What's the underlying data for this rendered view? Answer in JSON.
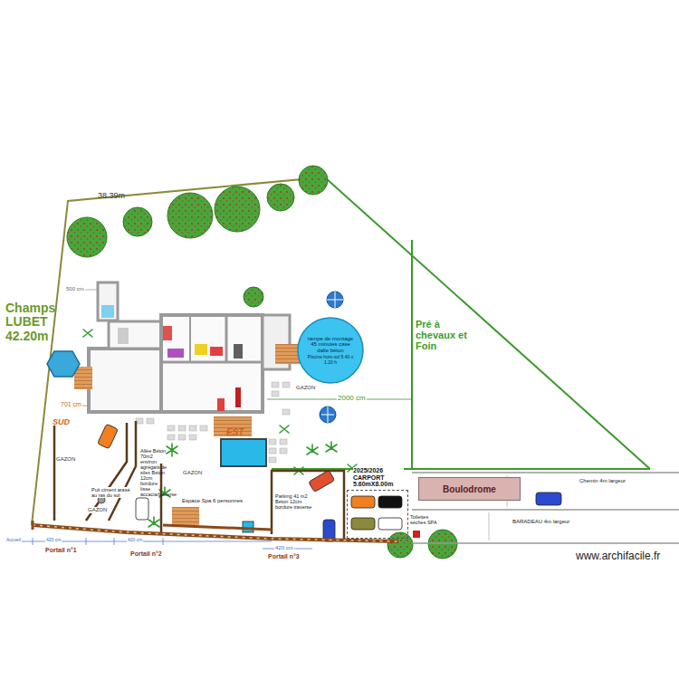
{
  "diagram": {
    "nodes": [
      {
        "text": [
          "rampe de montage 45 minutes case dalle béton",
          "Piscine hors-sol 5.40 x 1.20 h"
        ]
      },
      {
        "text": [
          "2025/2026 CARPORT 5.60mX8.00m"
        ]
      },
      {
        "text": [
          "Boulodrome"
        ]
      }
    ],
    "labels": [
      "38.39m",
      "Champs LUBET 42.20m",
      "Pré à chevaux et Foin",
      "2000 cm",
      "701 cm",
      "500 cm",
      "SUD",
      "EST",
      "GAZON",
      "GAZON",
      "GAZON",
      "GAZON",
      "Allée Béton 70m2 environ agrégats de silex Béton 12cm bordure lisse accacia/traverse",
      "Puit ciment arasé au ras du sol",
      "Espace Spa 6 personnes",
      "Parking 41 m2 Béton 12cm bordure traverse",
      "Toilettes sèches SPA",
      "Chemin 4m largeur",
      "BARADEAU 4m largeur",
      "www.archifacile.fr",
      "Accueil",
      "420 cm",
      "420 cm",
      "420 cm",
      "Portail n°1",
      "Portail n°2",
      "Portail n°3"
    ]
  }
}
